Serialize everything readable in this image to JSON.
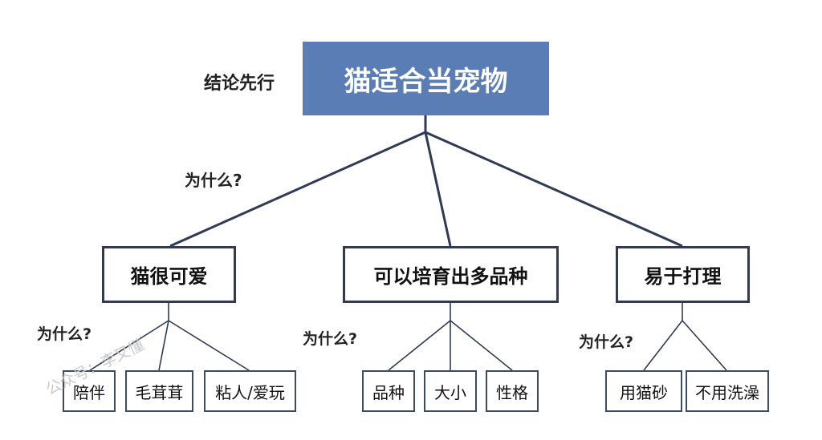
{
  "conclusion_label": "结论先行",
  "root": {
    "text": "猫适合当宠物"
  },
  "why_label": "为什么?",
  "reasons": [
    {
      "text": "猫很可爱",
      "children": [
        "陪伴",
        "毛茸茸",
        "粘人/爱玩"
      ]
    },
    {
      "text": "可以培育出多品种",
      "children": [
        "品种",
        "大小",
        "性格"
      ]
    },
    {
      "text": "易于打理",
      "children": [
        "用猫砂",
        "不用洗澡"
      ]
    }
  ],
  "watermark": "公众号：李又懂",
  "colors": {
    "root_fill": "#5b7db5",
    "line": "#2f3a55",
    "text": "#111111"
  }
}
